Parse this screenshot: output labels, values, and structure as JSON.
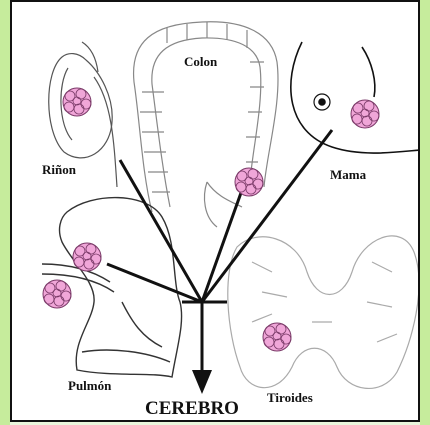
{
  "labels": {
    "colon": "Colon",
    "rinon": "Riñon",
    "mama": "Mama",
    "pulmon": "Pulmón",
    "tiroides": "Tiroides",
    "cerebro": "CEREBRO"
  },
  "colors": {
    "background": "#eaf6dc",
    "tumor_fill": "#f0a6d8",
    "tumor_stroke": "#7a3a68",
    "line": "#111111"
  }
}
